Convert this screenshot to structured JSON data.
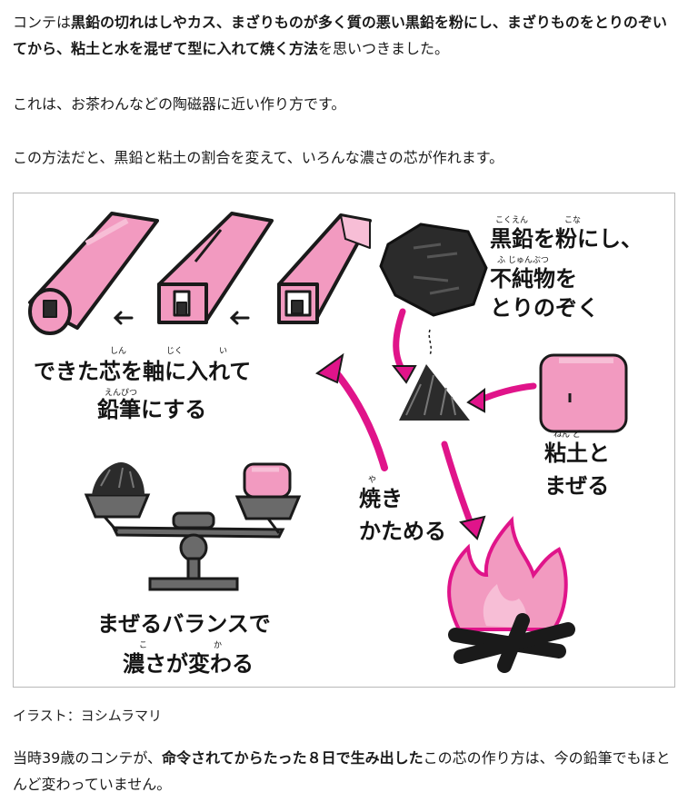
{
  "paragraphs": {
    "p1": [
      {
        "text": "コンテは",
        "bold": false
      },
      {
        "text": "黒鉛の切れはしやカス、まざりものが多く質の悪い黒鉛を粉にし、まざりものをとりのぞいてから、粘土と水を混ぜて型に入れて焼く方法",
        "bold": true
      },
      {
        "text": "を思いつきました。",
        "bold": false
      }
    ],
    "p2": [
      {
        "text": "これは、お茶わんなどの陶磁器に近い作り方です。",
        "bold": false
      }
    ],
    "p3": [
      {
        "text": "この方法だと、黒鉛と粘土の割合を変えて、いろんな濃さの芯が作れます。",
        "bold": false
      }
    ],
    "p4": [
      {
        "text": "当時39歳のコンテが、",
        "bold": false
      },
      {
        "text": "命令されてからたった８日で生み出した",
        "bold": true
      },
      {
        "text": "この芯の作り方は、今の鉛筆でもほとんど変わっていません。",
        "bold": false
      }
    ]
  },
  "caption": "イラスト：ヨシムラマリ",
  "illustration": {
    "labels": {
      "graphite_line1": "黒鉛を粉にし、",
      "graphite_line2": "不純物を",
      "graphite_line3": "とりのぞく",
      "clay_line1": "粘土と",
      "clay_line2": "まぜる",
      "fire_line1": "焼き",
      "fire_line2": "かためる",
      "core_line1": "できた芯を軸に入れて",
      "core_line2": "鉛筆にする",
      "balance_line1": "まぜるバランスで",
      "balance_line2": "濃さが変わる"
    },
    "ruby": {
      "kokuen": "こくえん",
      "kona": "こな",
      "fujunbutsu": "ふ じゅんぶつ",
      "nendo": "ねん ど",
      "ya": "や",
      "shin": "しん",
      "jiku": "じく",
      "i": "い",
      "enpitsu": "えんぴつ",
      "ko": "こ",
      "ka": "か"
    },
    "colors": {
      "pink": "#f29ac0",
      "magenta": "#e0148a",
      "light_pink": "#f7bed6",
      "dark": "#2b2b2b",
      "grey_metal": "#6a6a6a"
    }
  }
}
